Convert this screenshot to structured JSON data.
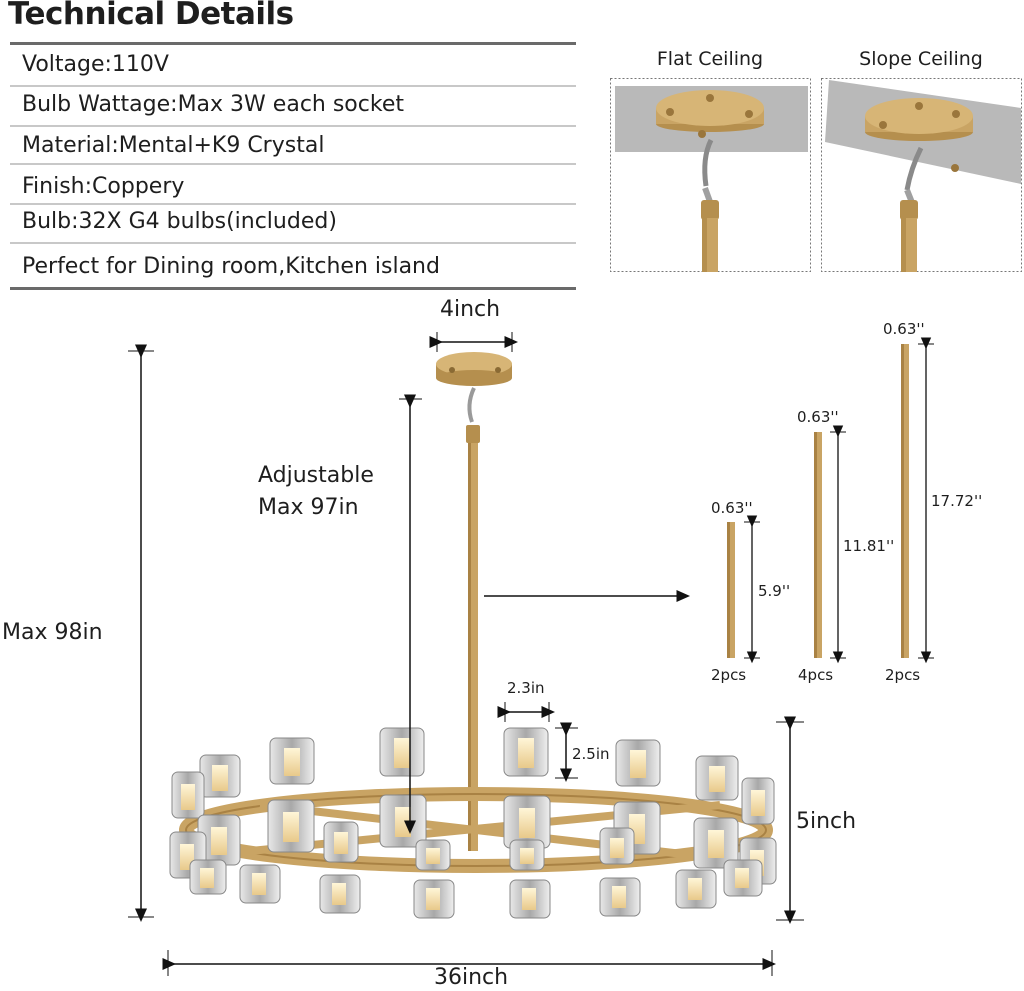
{
  "title": "Technical Details",
  "specs": [
    "Voltage:110V",
    "Bulb Wattage:Max 3W each socket",
    "Material:Mental+K9 Crystal",
    "Finish:Coppery",
    "Bulb:32X G4 bulbs(included)",
    "Perfect for Dining room,Kitchen island"
  ],
  "ceiling": {
    "flat_label": "Flat Ceiling",
    "slope_label": "Slope Ceiling"
  },
  "dimensions": {
    "canopy_width": "4inch",
    "adjustable_line1": "Adjustable",
    "adjustable_line2": "Max 97in",
    "max_height": "Max 98in",
    "width": "36inch",
    "fixture_height": "5inch",
    "shade_width": "2.3in",
    "shade_height": "2.5in"
  },
  "rods": [
    {
      "diameter": "0.63''",
      "length": "5.9''",
      "qty": "2pcs"
    },
    {
      "diameter": "0.63''",
      "length": "11.81''",
      "qty": "4pcs"
    },
    {
      "diameter": "0.63''",
      "length": "17.72''",
      "qty": "2pcs"
    }
  ],
  "colors": {
    "gold": "#c9a464",
    "gold_dark": "#a98244",
    "ceiling_gray": "#b9b9b9",
    "rule_dark": "#6a6a6a"
  }
}
